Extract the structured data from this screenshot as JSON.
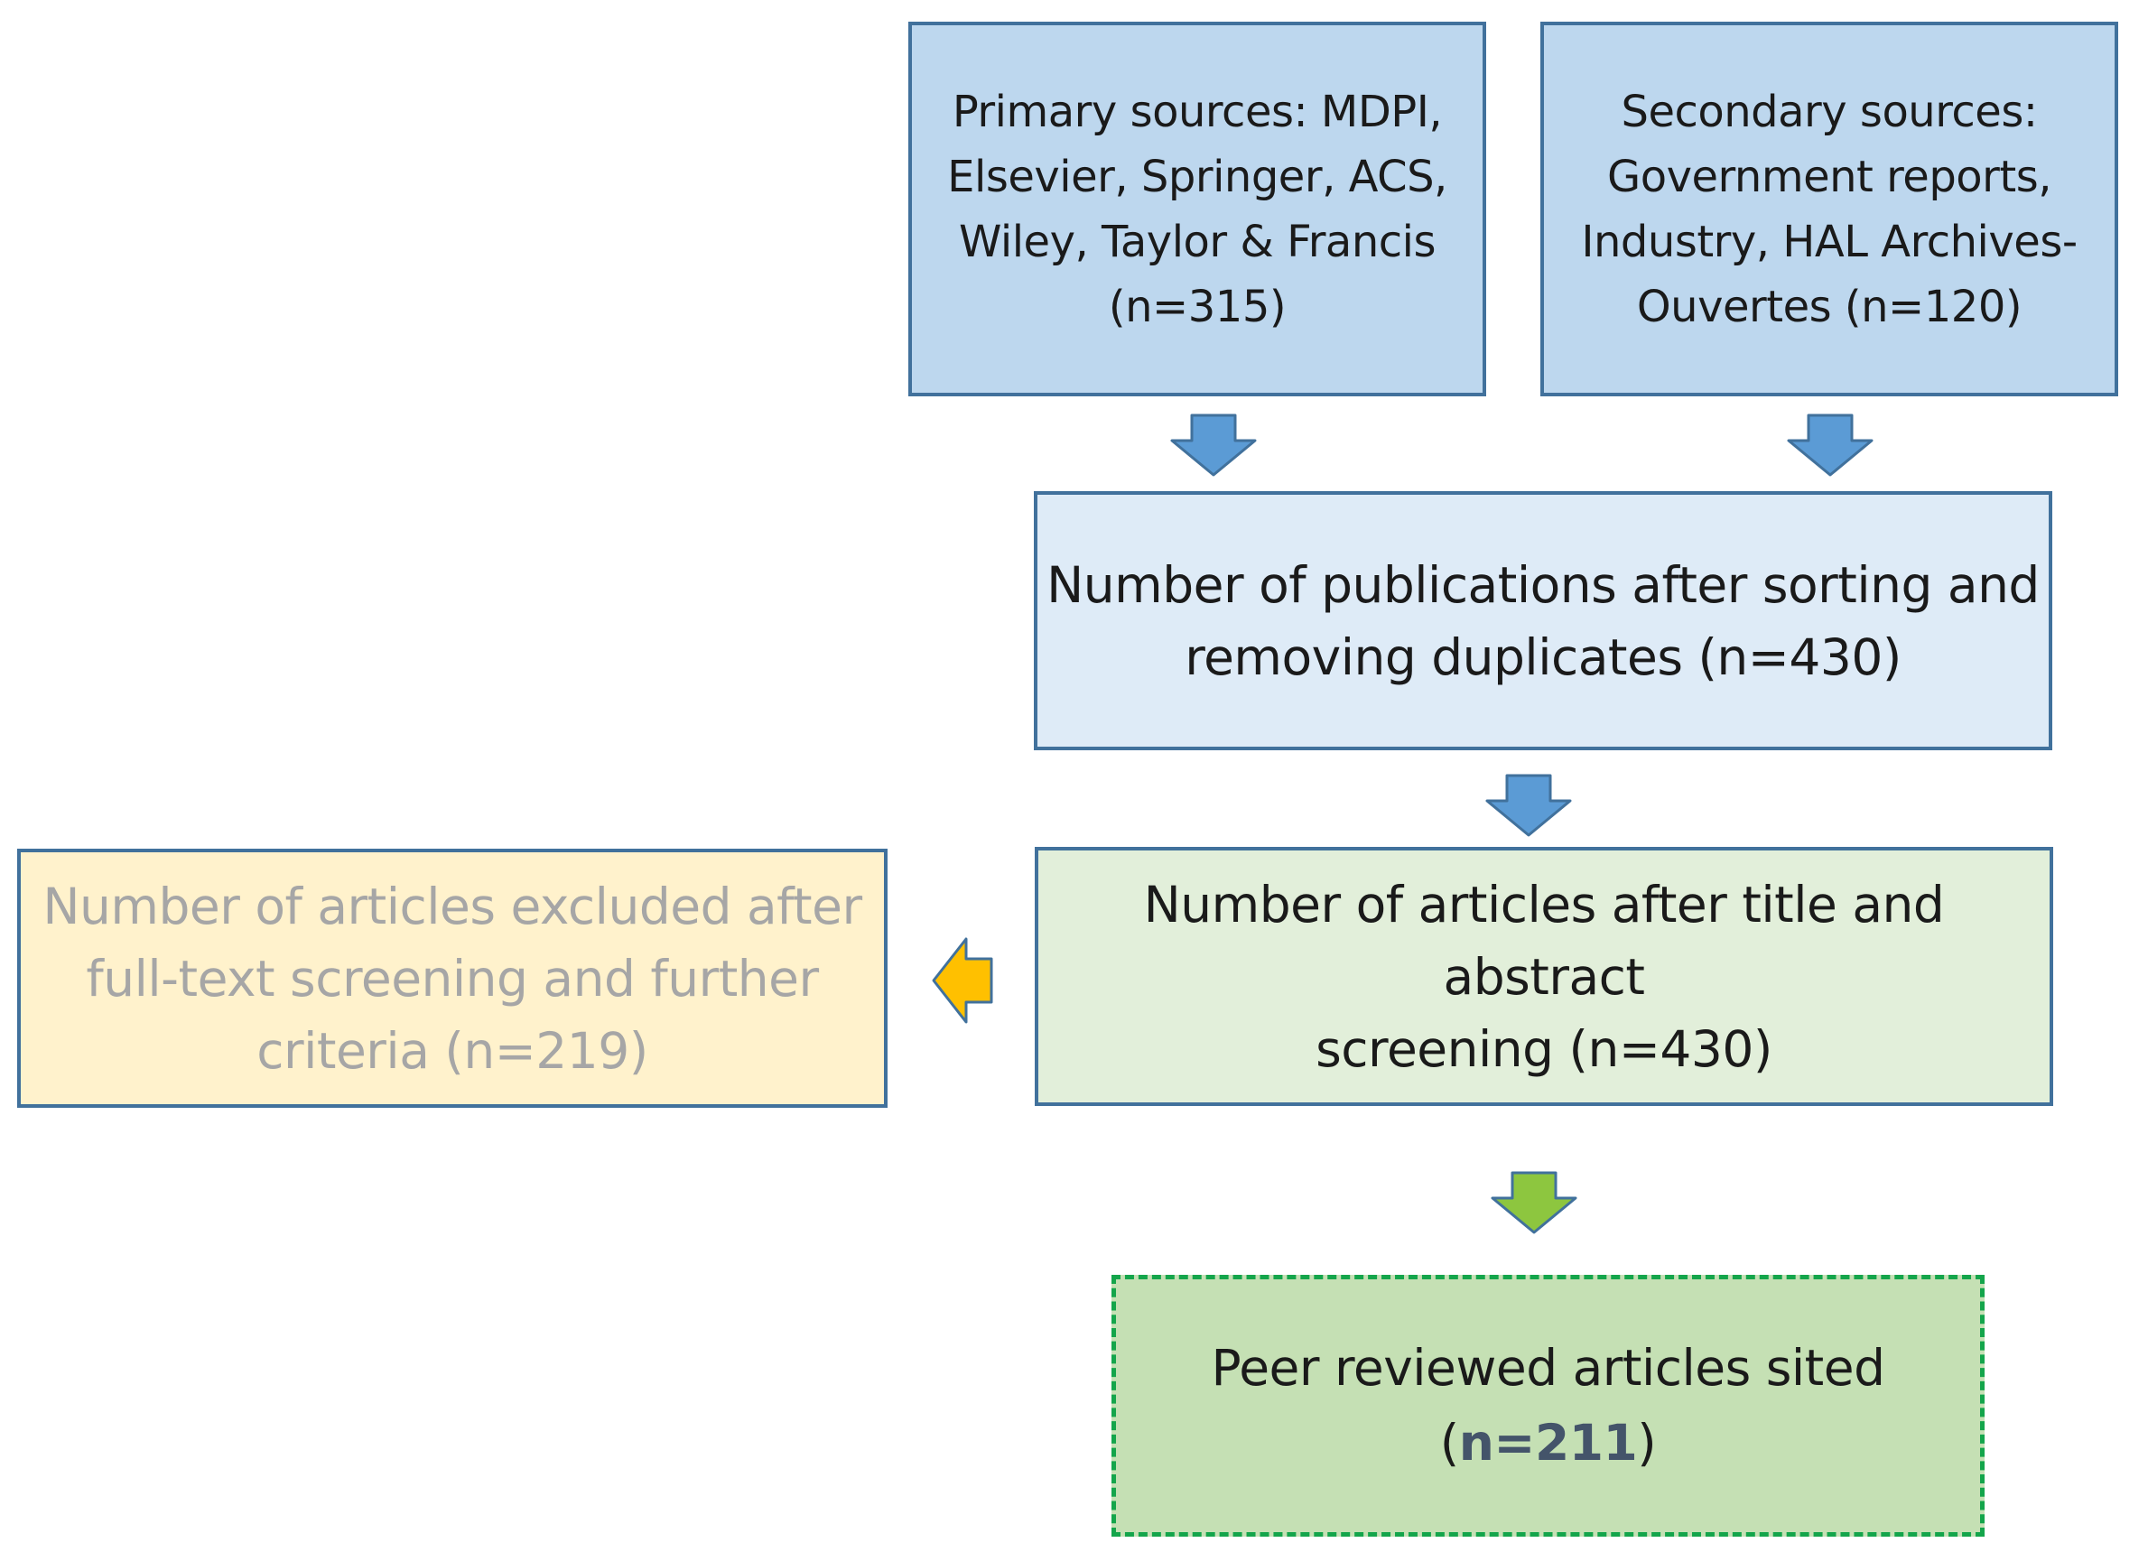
{
  "boxes": {
    "primary": {
      "lines": [
        "Primary sources: MDPI,",
        "Elsevier, Springer, ACS,",
        "Wiley, Taylor & Francis",
        "(n=315)"
      ]
    },
    "secondary": {
      "lines": [
        "Secondary sources:",
        "Government reports,",
        "Industry, HAL Archives-",
        "Ouvertes (n=120)"
      ]
    },
    "sorted": {
      "lines": [
        "Number of publications after sorting and",
        "removing duplicates (n=430)"
      ]
    },
    "screened": {
      "lines": [
        "Number of articles after title and abstract",
        "screening (n=430)"
      ]
    },
    "excluded": {
      "lines": [
        "Number of articles excluded after",
        "full-text screening and further",
        "criteria (n=219)"
      ]
    },
    "final": {
      "line1": "Peer reviewed articles sited",
      "open_paren": "(",
      "count": "n=211",
      "close_paren": ")"
    }
  },
  "colors": {
    "source_fill": "#bdd7ee",
    "sorted_fill": "#deebf7",
    "screened_fill": "#e2efda",
    "excluded_fill": "#fff2cc",
    "excluded_text": "#a6a6a6",
    "final_fill": "#c5e0b4",
    "final_border": "#14a54b",
    "box_border": "#41719c",
    "arrow_blue": "#5b9bd5",
    "arrow_orange": "#ffc000",
    "arrow_green": "#8dc63f"
  }
}
